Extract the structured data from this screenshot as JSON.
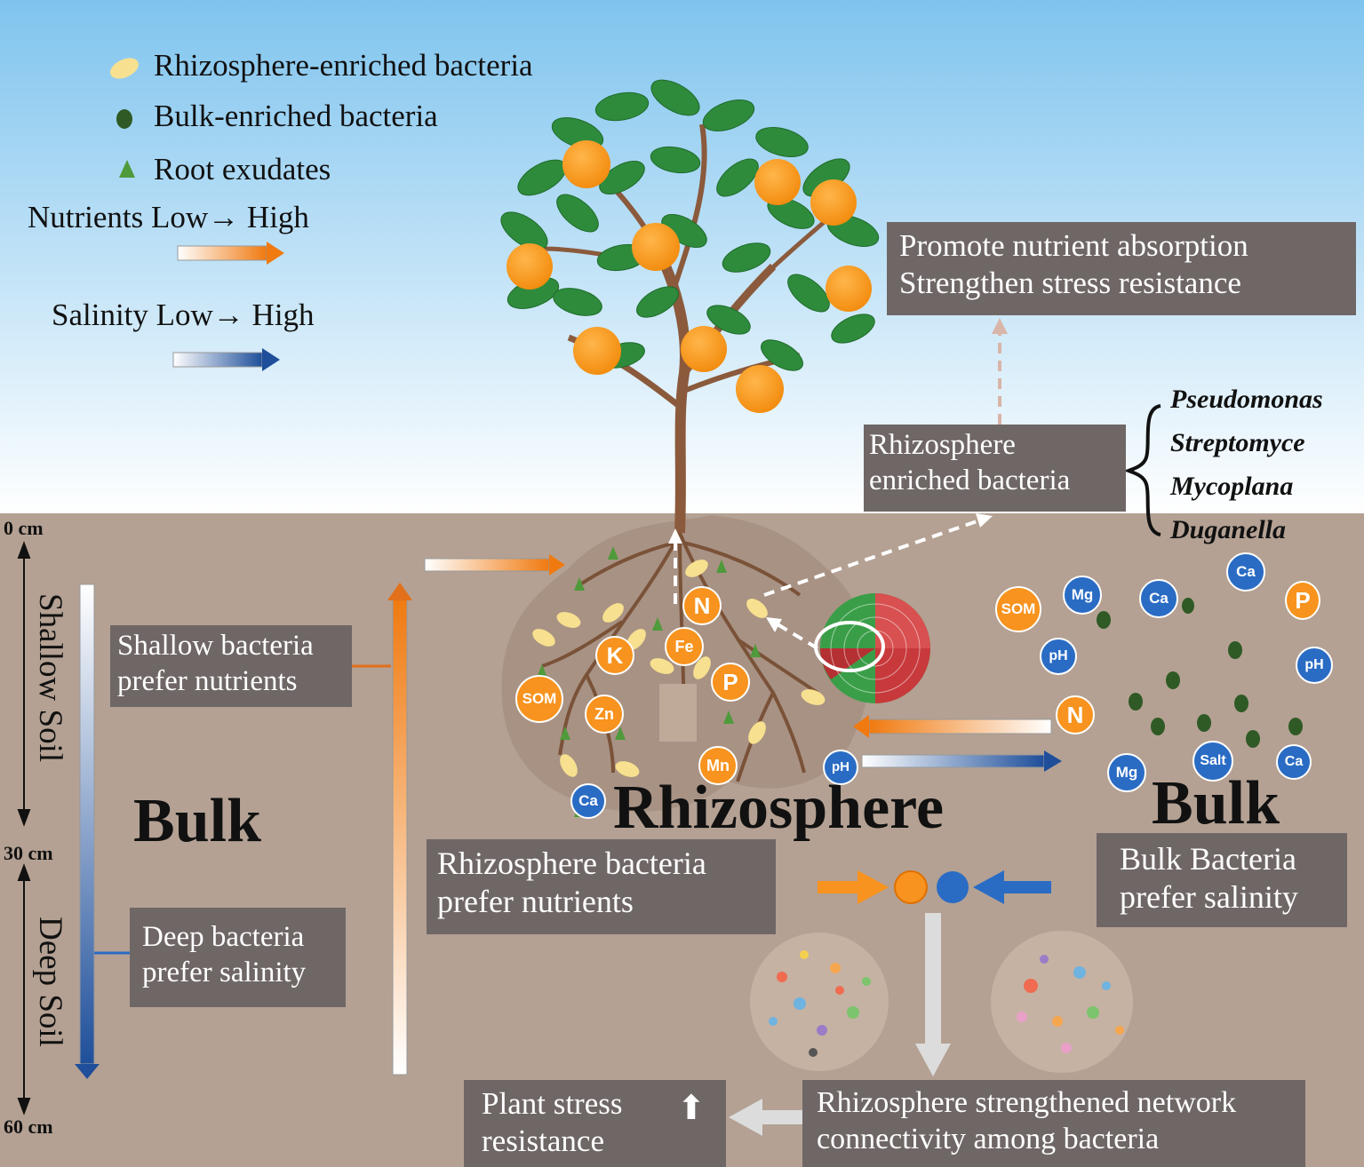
{
  "legend": {
    "rhizo_bacteria": "Rhizosphere-enriched bacteria",
    "bulk_bacteria": "Bulk-enriched bacteria",
    "root_exudates": "Root exudates",
    "nutrients": "Nutrients Low→ High",
    "salinity": "Salinity Low→ High"
  },
  "boxes": {
    "promote": [
      "Promote nutrient absorption",
      "Strengthen stress resistance"
    ],
    "rhizo_enriched": [
      "Rhizosphere",
      "enriched bacteria"
    ],
    "shallow": [
      "Shallow bacteria",
      "prefer nutrients"
    ],
    "deep": [
      "Deep bacteria",
      "prefer salinity"
    ],
    "rhizo_pref": [
      "Rhizosphere bacteria",
      "prefer nutrients"
    ],
    "bulk_pref": [
      "Bulk Bacteria",
      "prefer salinity"
    ],
    "stress": [
      "Plant stress",
      "resistance"
    ],
    "network": [
      "Rhizosphere strengthened network",
      "connectivity among bacteria"
    ]
  },
  "genera": [
    "Pseudomonas",
    "Streptomyce",
    "Mycoplana",
    "Duganella"
  ],
  "depth": {
    "d0": "0 cm",
    "d30": "30 cm",
    "d60": "60 cm",
    "shallow": "Shallow Soil",
    "deep": "Deep Soil"
  },
  "zones": {
    "bulk_left": "Bulk",
    "rhizosphere": "Rhizosphere",
    "bulk_right": "Bulk"
  },
  "nutrients_rhizo": [
    "N",
    "K",
    "Fe",
    "P",
    "SOM",
    "Zn",
    "Mn",
    "Ca"
  ],
  "nutrients_bulk": [
    "SOM",
    "Mg",
    "Ca",
    "Ca",
    "P",
    "pH",
    "pH",
    "N",
    "Mg",
    "Salt",
    "Ca",
    "pH"
  ],
  "arrow_up": "⬆",
  "colors": {
    "sky_top": "#7fc4ee",
    "soil": "#b4a193",
    "rhizo": "#a89284",
    "box": "#6f6766",
    "orange": "#f7931e",
    "blue": "#2a6cc4",
    "leaf": "#2e8b3c",
    "trunk": "#8b5a3c"
  }
}
